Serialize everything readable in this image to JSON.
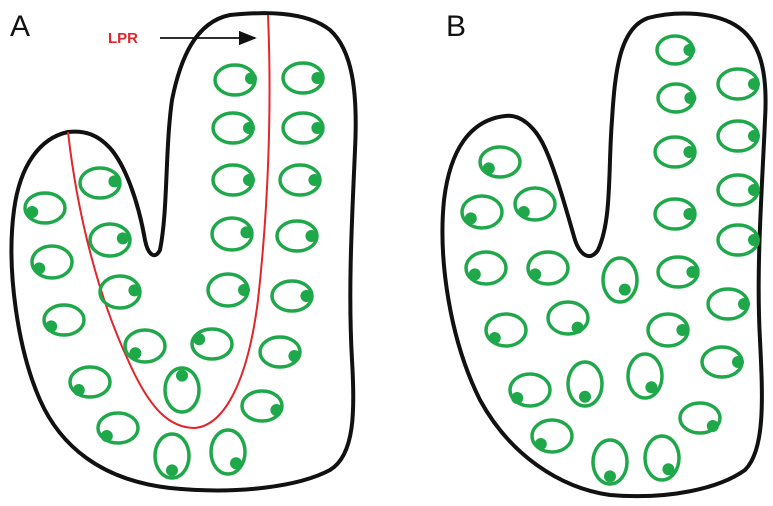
{
  "panels": {
    "a": {
      "label": "A"
    },
    "b": {
      "label": "B"
    }
  },
  "annotation": {
    "lpr": "LPR"
  },
  "colors": {
    "outline": "#111111",
    "cell": "#1fa84a",
    "lpr": "#e0262b"
  }
}
